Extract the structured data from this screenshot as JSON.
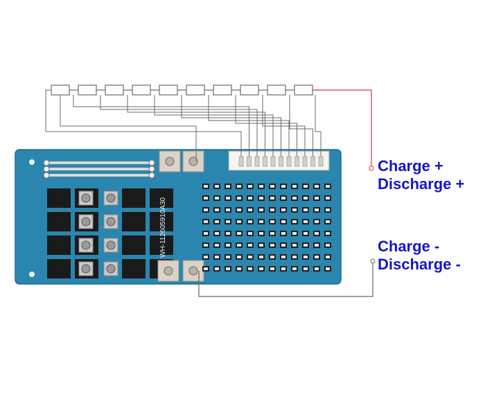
{
  "colors": {
    "label_text": "#1515c8",
    "wire": "#6a6a6a",
    "wire_red": "#c43a4a",
    "pcb": "#2a86ae",
    "pcb_dark": "#1d6a8e",
    "mosfet": "#1a1a1a",
    "pad": "#d8d2c8"
  },
  "terminals": {
    "positive": {
      "line1": "Charge +",
      "line2": "Discharge +"
    },
    "negative": {
      "line1": "Charge -",
      "line2": "Discharge -"
    }
  },
  "board": {
    "silkscreen": "WH-112605910A30",
    "connector_count": 11
  },
  "battery_cells": 10,
  "icons": [
    "battery-cell-icon",
    "mosfet-icon",
    "screw-terminal-icon",
    "resistor-rod-icon",
    "smd-component-icon"
  ]
}
